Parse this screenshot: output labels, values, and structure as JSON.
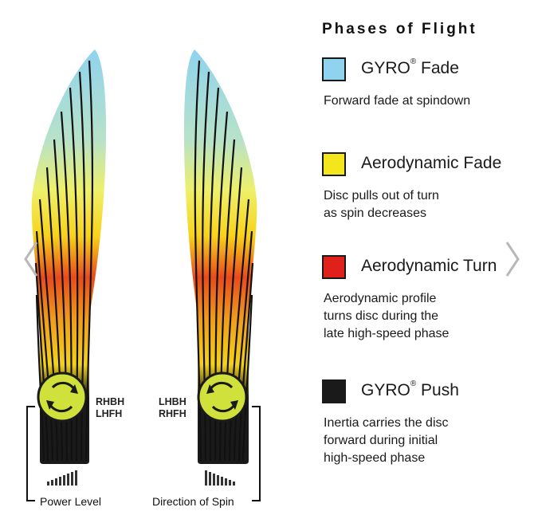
{
  "legend": {
    "title": "Phases of Flight",
    "items": [
      {
        "label": "GYRO",
        "mark": "®",
        "label_suffix": " Fade",
        "color": "#8fd3ee",
        "description": [
          "Forward fade at spindown"
        ]
      },
      {
        "label": "Aerodynamic Fade",
        "mark": "",
        "label_suffix": "",
        "color": "#f4e61c",
        "description": [
          "Disc pulls out of turn",
          "as spin decreases"
        ]
      },
      {
        "label": "Aerodynamic Turn",
        "mark": "",
        "label_suffix": "",
        "color": "#e0201b",
        "description": [
          "Aerodynamic profile",
          "turns disc during the",
          "late high-speed phase"
        ]
      },
      {
        "label": "GYRO",
        "mark": "®",
        "label_suffix": " Push",
        "color": "#1a1a1a",
        "description": [
          "Inertia carries the disc",
          "forward during initial",
          "high-speed phase"
        ]
      }
    ]
  },
  "left_path": {
    "spin_labels": [
      "RHBH",
      "LHFH"
    ],
    "spin_direction": "clockwise"
  },
  "right_path": {
    "spin_labels": [
      "LHBH",
      "RHFH"
    ],
    "spin_direction": "counterclockwise"
  },
  "bottom": {
    "power_level_label": "Power Level",
    "direction_label": "Direction of Spin"
  },
  "icons": {
    "nav_prev": "chevron-left-icon",
    "nav_next": "chevron-right-icon",
    "rotation": "rotation-arrows-icon",
    "signal_bars": "bars-icon"
  },
  "colors": {
    "spin_badge": "#cfe13a",
    "accent_text": "#111111"
  }
}
